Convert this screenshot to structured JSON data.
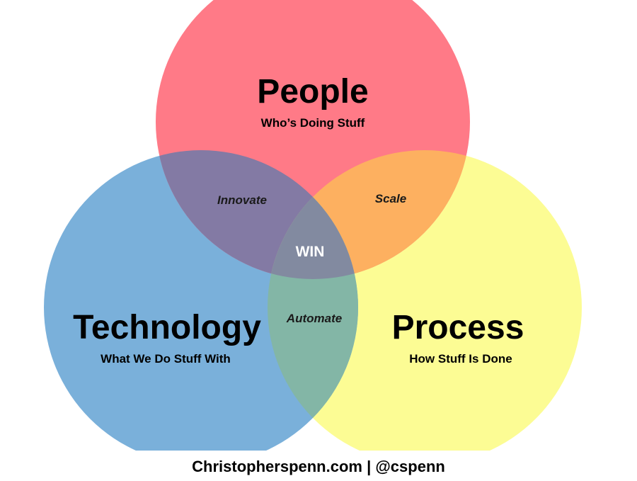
{
  "sets": {
    "people": {
      "title": "People",
      "subtitle": "Who’s Doing Stuff",
      "color": "#ff7a87"
    },
    "technology": {
      "title": "Technology",
      "subtitle": "What We Do Stuff With",
      "color": "#7ab0da"
    },
    "process": {
      "title": "Process",
      "subtitle": "How Stuff Is Done",
      "color": "#fcfc94"
    }
  },
  "overlaps": {
    "people_technology": "Innovate",
    "people_process": "Scale",
    "technology_process": "Automate",
    "center": "WIN"
  },
  "footer": {
    "credit": "Christopherspenn.com | @cspenn"
  }
}
